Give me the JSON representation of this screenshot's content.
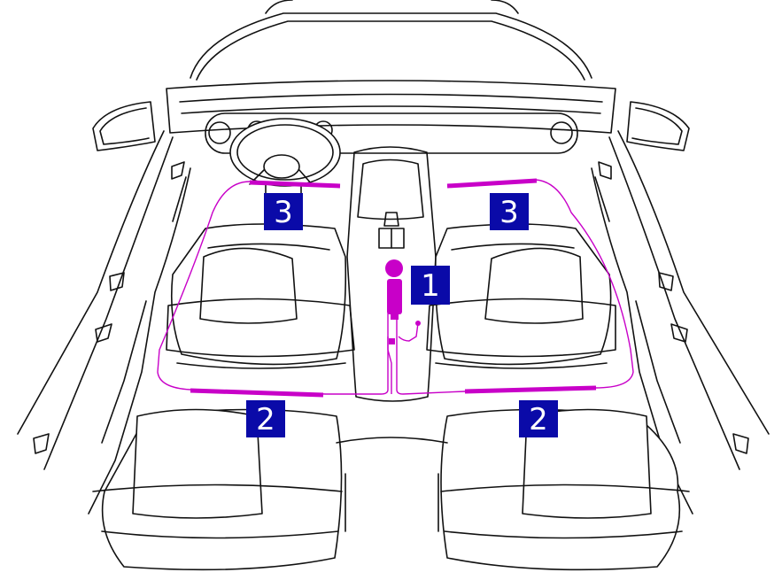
{
  "colors": {
    "accent": "#c800c8",
    "badge_bg": "#0a0aa8",
    "badge_text": "#ffffff",
    "outline": "#111111",
    "background": "#ffffff"
  },
  "badges": {
    "controller": "1",
    "rear_left": "2",
    "rear_right": "2",
    "front_left": "3",
    "front_right": "3"
  }
}
